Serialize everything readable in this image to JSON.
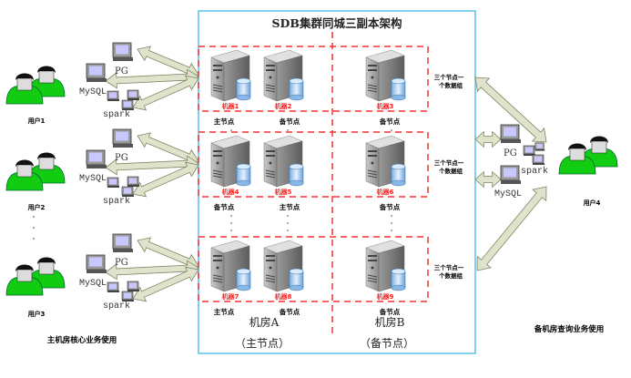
{
  "title": "SDB集群同城三副本架构",
  "colors": {
    "frame": "#5bc0eb",
    "dashed": "#ee3333",
    "machine_label": "#ff2020",
    "arrow_fill": "#dfe3cc",
    "arrow_stroke": "#7d8560",
    "user_green": "#11cc11"
  },
  "rows": [
    {
      "machines": [
        {
          "label": "机器1",
          "role": "主节点"
        },
        {
          "label": "机器2",
          "role": "备节点"
        },
        {
          "label": "机器3",
          "role": "备节点"
        }
      ],
      "group_note_1": "三个节点一",
      "group_note_2": "个数据组"
    },
    {
      "machines": [
        {
          "label": "机器4",
          "role": "备节点"
        },
        {
          "label": "机器5",
          "role": "主节点"
        },
        {
          "label": "机器6",
          "role": "备节点"
        }
      ],
      "group_note_1": "三个节点一",
      "group_note_2": "个数据组"
    },
    {
      "machines": [
        {
          "label": "机器7",
          "role": "主节点"
        },
        {
          "label": "机器8",
          "role": "备节点"
        },
        {
          "label": "机器9",
          "role": "备节点"
        }
      ],
      "group_note_1": "三个节点一",
      "group_note_2": "个数据组"
    }
  ],
  "rooms": {
    "a": {
      "name": "机房A",
      "sub": "（主节点）"
    },
    "b": {
      "name": "机房B",
      "sub": "（备节点）"
    }
  },
  "clients": {
    "pg": "PG",
    "mysql": "MySQL",
    "spark": "spark"
  },
  "users": {
    "u1": "用户1",
    "u2": "用户2",
    "u3": "用户3",
    "u4": "用户4"
  },
  "captions": {
    "left": "主机房核心业务使用",
    "right": "备机房查询业务使用"
  },
  "icons": [
    "server-icon",
    "database-icon",
    "monitor-icon",
    "user-group-icon",
    "double-arrow-icon"
  ]
}
